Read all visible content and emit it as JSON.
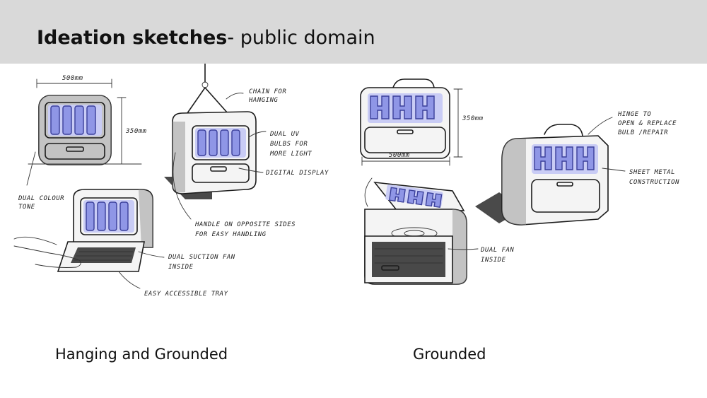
{
  "title": {
    "bold": "Ideation sketches",
    "rest": "- public domain"
  },
  "captions": {
    "left": "Hanging and Grounded",
    "right": "Grounded"
  },
  "annotations": {
    "width_left": "500mm",
    "height_left": "350mm",
    "chain": [
      "CHAIN FOR",
      "HANGING"
    ],
    "dual_uv": [
      "DUAL UV",
      "BULBS FOR",
      "MORE LIGHT"
    ],
    "digital_display": "DIGITAL DISPLAY",
    "dual_colour": [
      "DUAL COLOUR",
      "TONE"
    ],
    "handle": [
      "HANDLE ON OPPOSITE SIDES",
      "FOR EASY HANDLING"
    ],
    "suction_fan": [
      "DUAL SUCTION FAN",
      "INSIDE"
    ],
    "tray": "EASY ACCESSIBLE TRAY",
    "height_right": "350mm",
    "width_right": "500mm",
    "hinge": [
      "HINGE TO",
      "OPEN & REPLACE",
      "BULB /REPAIR"
    ],
    "sheet_metal": [
      "SHEET METAL",
      "CONSTRUCTION"
    ],
    "dual_fan": [
      "DUAL FAN",
      "INSIDE"
    ]
  }
}
